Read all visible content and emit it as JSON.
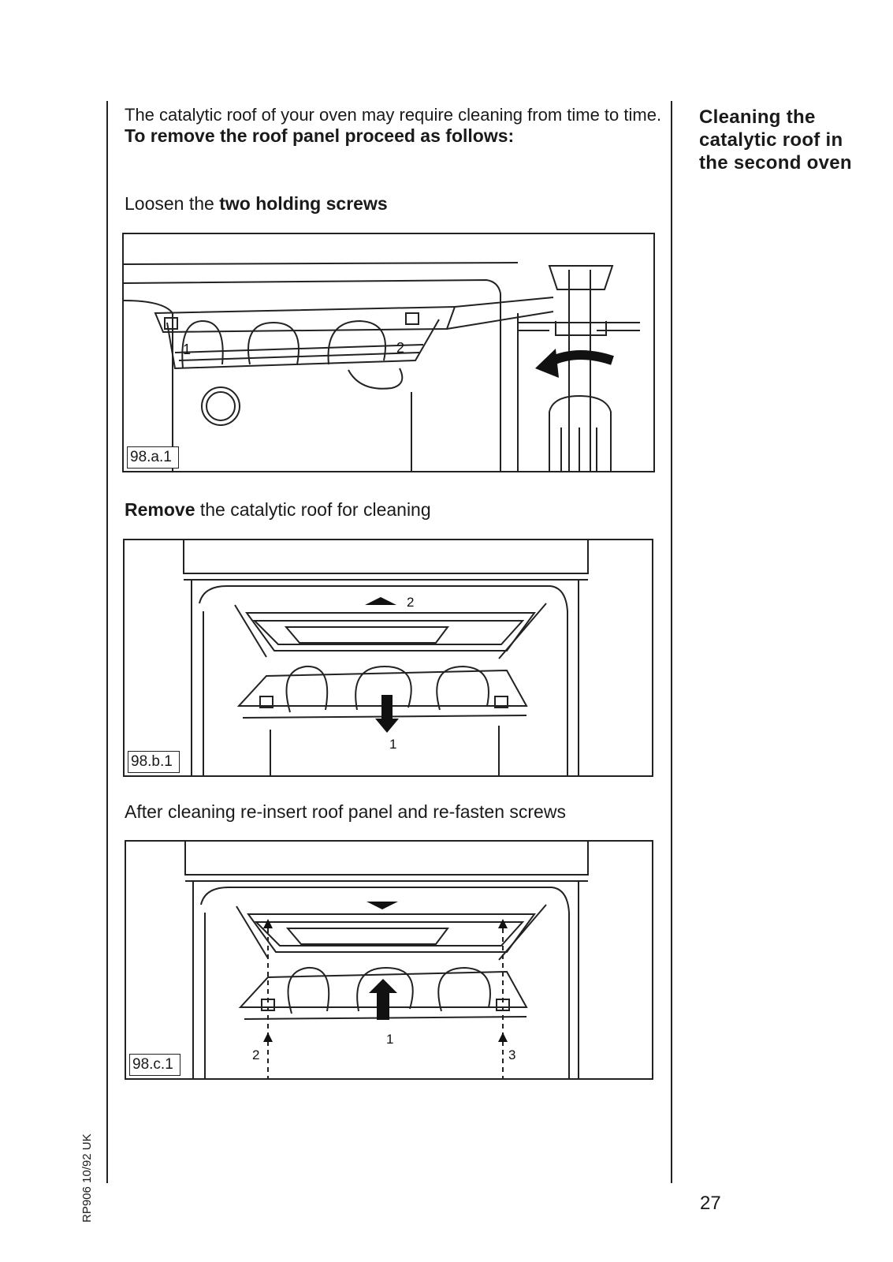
{
  "intro": {
    "text": "The catalytic roof of your oven may require cleaning from time to time.",
    "heading": "To remove the roof panel proceed as follows:"
  },
  "steps": [
    {
      "prefix": "Loosen the ",
      "bold": "two holding screws",
      "suffix": ""
    },
    {
      "prefix": "",
      "bold": "Remove",
      "suffix": " the catalytic roof for cleaning"
    },
    {
      "prefix": "After cleaning re-insert roof panel and re-fasten screws",
      "bold": "",
      "suffix": ""
    }
  ],
  "figures": [
    {
      "label": "98.a.1",
      "markers": [
        "1",
        "2"
      ]
    },
    {
      "label": "98.b.1",
      "markers": [
        "2",
        "1"
      ]
    },
    {
      "label": "98.c.1",
      "markers": [
        "1",
        "2",
        "3"
      ]
    }
  ],
  "sidebar": {
    "title": "Cleaning the catalytic roof in the second oven"
  },
  "page_number": "27",
  "footer_code": "RP906 10/92 UK"
}
